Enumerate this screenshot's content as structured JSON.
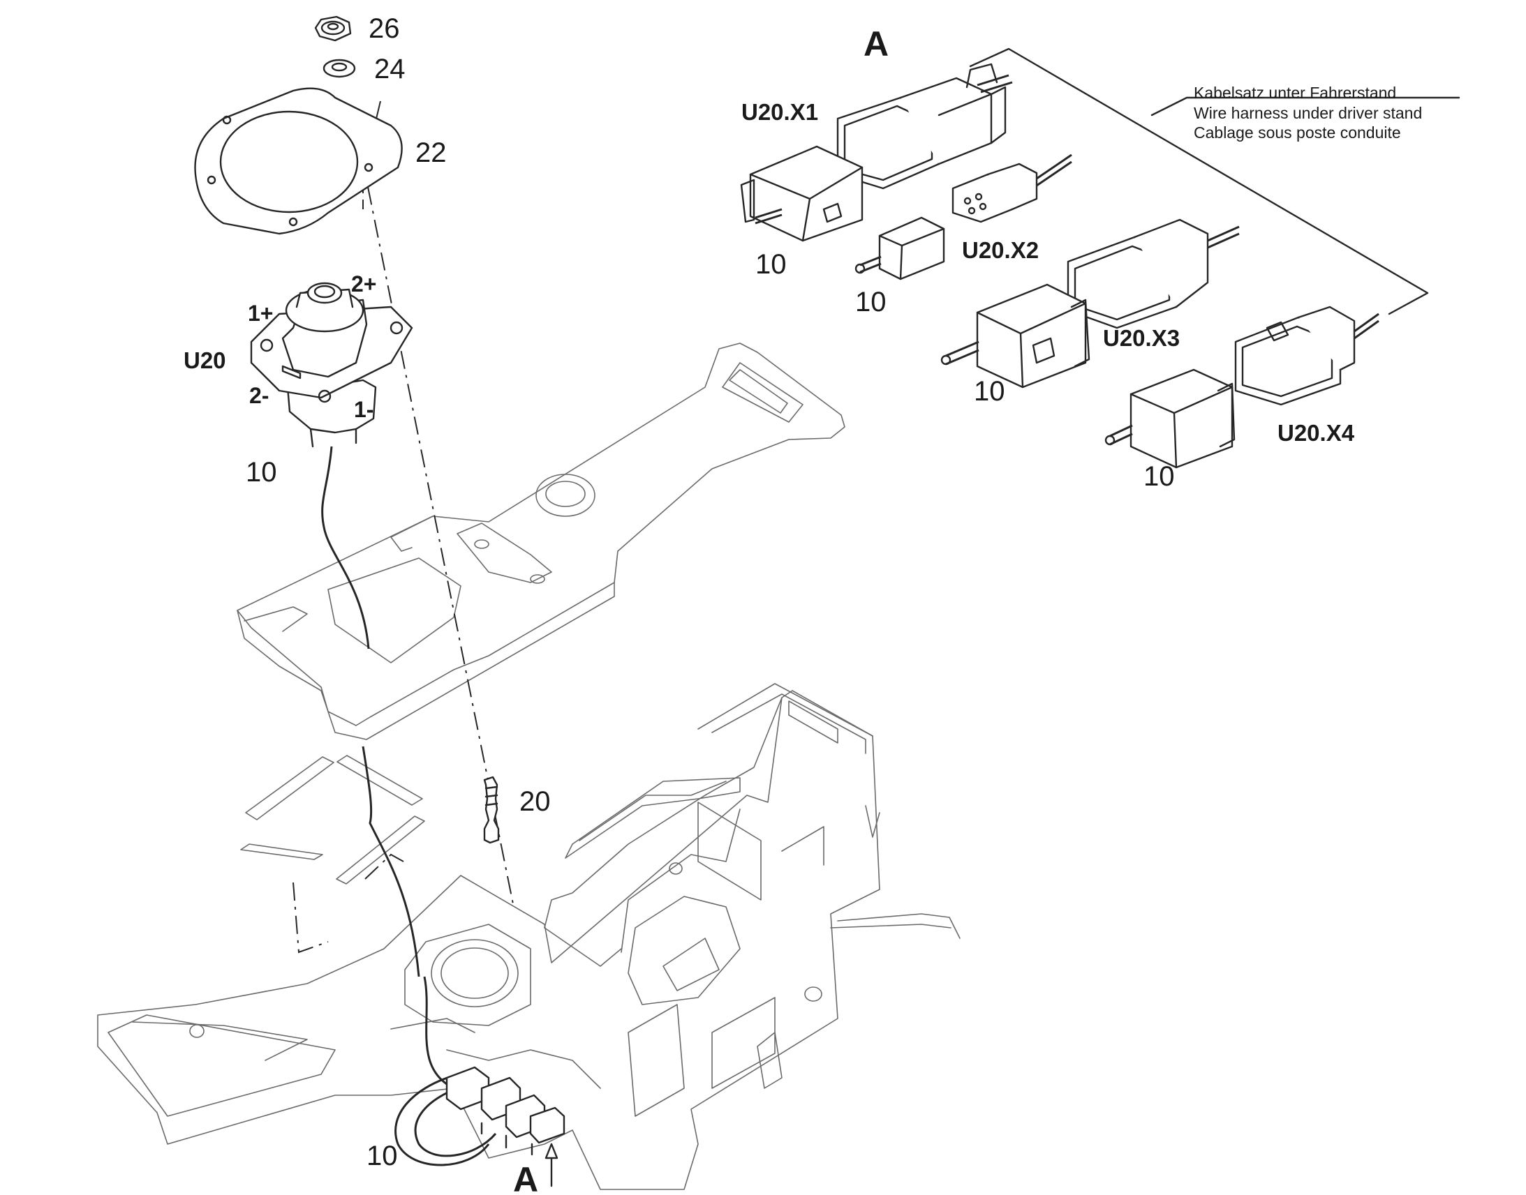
{
  "diagram": {
    "part_numbers": {
      "nut": "26",
      "washer": "24",
      "gasket": "22",
      "stud": "20",
      "joystick_main": "10",
      "harness_bottom": "10",
      "plug_x1": "10",
      "plug_x2": "10",
      "plug_x3": "10",
      "plug_x4": "10"
    },
    "component_code": "U20",
    "pins": {
      "p1plus": "1+",
      "p2plus": "2+",
      "p2minus": "2-",
      "p1minus": "1-"
    },
    "detail_view": {
      "label": "A",
      "arrow_label": "A"
    },
    "connectors": {
      "x1": "U20.X1",
      "x2": "U20.X2",
      "x3": "U20.X3",
      "x4": "U20.X4"
    },
    "harness_note": {
      "de": "Kabelsatz unter Fahrerstand",
      "en": "Wire harness under driver stand",
      "fr": "Cablage sous poste conduite"
    },
    "colors": {
      "line": "#262626",
      "secondary_line": "#6a6a6a",
      "background": "#ffffff"
    }
  }
}
